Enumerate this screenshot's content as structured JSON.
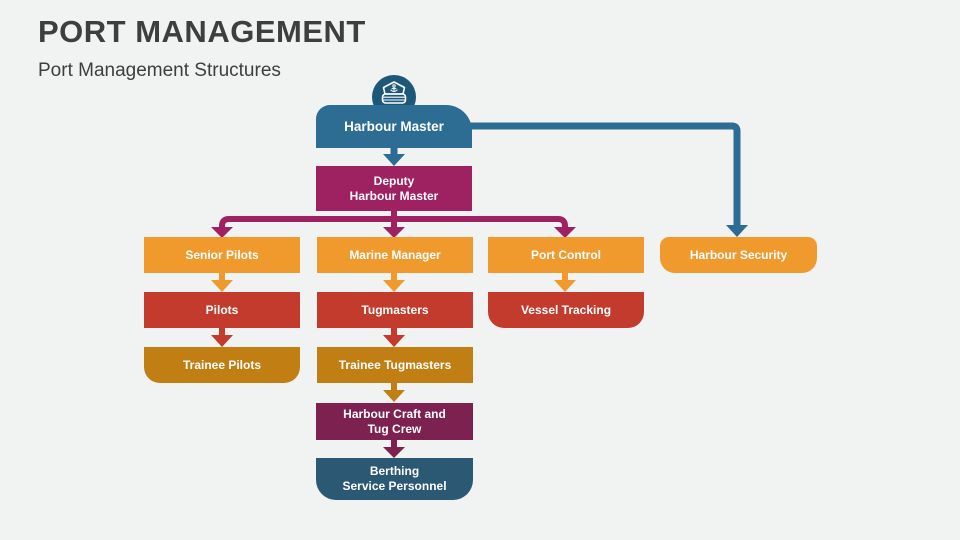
{
  "header": {
    "title": "PORT MANAGEMENT",
    "subtitle": "Port Management Structures"
  },
  "colors": {
    "bg": "#f1f2f2",
    "text": "#3e3e3e",
    "teal": "#2d6d94",
    "teal_dark": "#1d5878",
    "navy": "#2b5873",
    "magenta": "#9e2262",
    "maroon": "#7c2150",
    "orange": "#f09a2e",
    "red": "#c23b2c",
    "gold": "#c17e12",
    "label_text": "#ffffff"
  },
  "chart": {
    "type": "org-chart",
    "nodes": {
      "harbour_master": {
        "label": "Harbour Master",
        "color": "teal",
        "icon": "captain-hat-icon"
      },
      "deputy": {
        "lines": [
          "Deputy",
          "Harbour Master"
        ],
        "color": "magenta"
      },
      "senior_pilots": {
        "label": "Senior Pilots",
        "color": "orange"
      },
      "marine_manager": {
        "label": "Marine Manager",
        "color": "orange"
      },
      "port_control": {
        "label": "Port Control",
        "color": "orange"
      },
      "harbour_security": {
        "label": "Harbour Security",
        "color": "orange"
      },
      "pilots": {
        "label": "Pilots",
        "color": "red"
      },
      "tugmasters": {
        "label": "Tugmasters",
        "color": "red"
      },
      "vessel_tracking": {
        "label": "Vessel Tracking",
        "color": "red"
      },
      "trainee_pilots": {
        "label": "Trainee Pilots",
        "color": "gold"
      },
      "trainee_tugmasters": {
        "label": "Trainee Tugmasters",
        "color": "gold"
      },
      "harbour_craft": {
        "lines": [
          "Harbour Craft and",
          "Tug Crew"
        ],
        "color": "maroon"
      },
      "berthing": {
        "lines": [
          "Berthing",
          "Service Personnel"
        ],
        "color": "navy"
      }
    },
    "edges": [
      {
        "from": "harbour_master",
        "to": "deputy",
        "color": "teal"
      },
      {
        "from": "harbour_master",
        "to": "harbour_security",
        "color": "teal"
      },
      {
        "from": "deputy",
        "to": "senior_pilots",
        "color": "magenta"
      },
      {
        "from": "deputy",
        "to": "marine_manager",
        "color": "magenta"
      },
      {
        "from": "deputy",
        "to": "port_control",
        "color": "magenta"
      },
      {
        "from": "senior_pilots",
        "to": "pilots",
        "color": "orange"
      },
      {
        "from": "marine_manager",
        "to": "tugmasters",
        "color": "orange"
      },
      {
        "from": "port_control",
        "to": "vessel_tracking",
        "color": "orange"
      },
      {
        "from": "pilots",
        "to": "trainee_pilots",
        "color": "red"
      },
      {
        "from": "tugmasters",
        "to": "trainee_tugmasters",
        "color": "red"
      },
      {
        "from": "trainee_tugmasters",
        "to": "harbour_craft",
        "color": "gold"
      },
      {
        "from": "harbour_craft",
        "to": "berthing",
        "color": "maroon"
      }
    ]
  }
}
